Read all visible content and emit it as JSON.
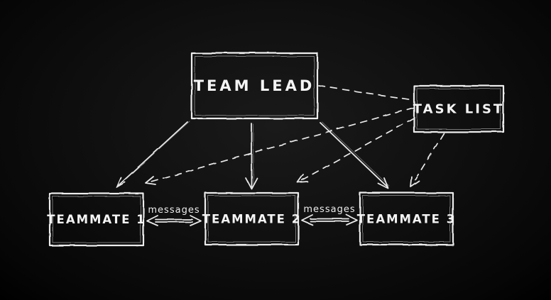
{
  "diagram": {
    "background_color": "#0d0d0d",
    "ink_color": "#ededed",
    "nodes": {
      "team_lead": {
        "label": "TEAM LEAD"
      },
      "task_list": {
        "label": "TASK LIST"
      },
      "teammate_1": {
        "label": "TEAMMATE 1"
      },
      "teammate_2": {
        "label": "TEAMMATE 2"
      },
      "teammate_3": {
        "label": "TEAMMATE 3"
      }
    },
    "edges": [
      {
        "from": "team_lead",
        "to": "teammate_1",
        "style": "solid-arrow",
        "label": ""
      },
      {
        "from": "team_lead",
        "to": "teammate_2",
        "style": "solid-arrow",
        "label": ""
      },
      {
        "from": "team_lead",
        "to": "teammate_3",
        "style": "solid-arrow",
        "label": ""
      },
      {
        "from": "team_lead",
        "to": "task_list",
        "style": "dashed-line",
        "label": ""
      },
      {
        "from": "task_list",
        "to": "teammate_1",
        "style": "dashed-arrow",
        "label": ""
      },
      {
        "from": "task_list",
        "to": "teammate_2",
        "style": "dashed-arrow",
        "label": ""
      },
      {
        "from": "task_list",
        "to": "teammate_3",
        "style": "dashed-arrow",
        "label": ""
      },
      {
        "from": "teammate_1",
        "to": "teammate_2",
        "style": "double-arrow",
        "label": "messages"
      },
      {
        "from": "teammate_2",
        "to": "teammate_3",
        "style": "double-arrow",
        "label": "messages"
      }
    ]
  }
}
